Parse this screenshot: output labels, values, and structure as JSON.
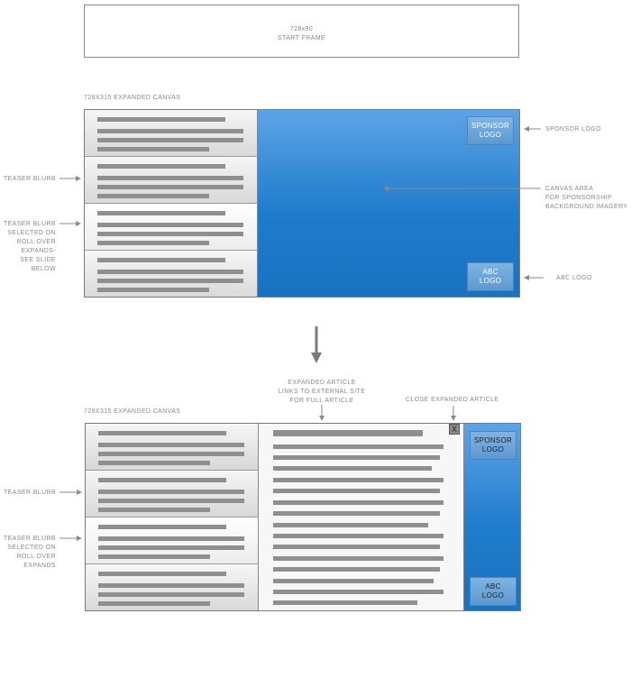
{
  "start_frame": {
    "size": "728x90",
    "title": "START FRAME"
  },
  "canvas1": {
    "label": "728x315 EXPANDED CANVAS",
    "sponsor_logo": [
      "SPONSOR",
      "LOGO"
    ],
    "abc_logo": [
      "ABC",
      "LOGO"
    ]
  },
  "canvas2": {
    "label": "728x315 EXPANDED CANVAS",
    "sponsor_logo": [
      "SPONSOR",
      "LOGO"
    ],
    "abc_logo": [
      "ABC",
      "LOGO"
    ],
    "close_label": "X"
  },
  "annotations": {
    "sponsor_logo": "SPONSOR LOGO",
    "canvas_area": [
      "CANVAS AREA",
      "FOR SPONSORSHIP",
      "BACKGROUND IMAGERY"
    ],
    "abc_logo": "ABC LOGO",
    "teaser_blurb_1": "TEASER BLURB",
    "teaser_selected_1": [
      "TEASER BLURB",
      "SELECTED ON",
      "ROLL OVER",
      "EXPANDS-",
      "SEE SLIDE",
      "BELOW"
    ],
    "teaser_blurb_2": "TEASER BLURB",
    "teaser_selected_2": [
      "TEASER BLURB",
      "SELECTED ON",
      "ROLL OVER",
      "EXPANDS"
    ],
    "expanded_article": [
      "EXPANDED ARTICLE",
      "LINKS TO EXTERNAL SITE",
      "FOR FULL ARTICLE"
    ],
    "close_expanded": "CLOSE EXPANDED ARTICLE"
  },
  "colors": {
    "blue_top": "#5ea3e6",
    "blue_bottom": "#1a72c0",
    "placeholder_bar": "#8f8f8f",
    "annotation_text": "#8a8a8a"
  }
}
